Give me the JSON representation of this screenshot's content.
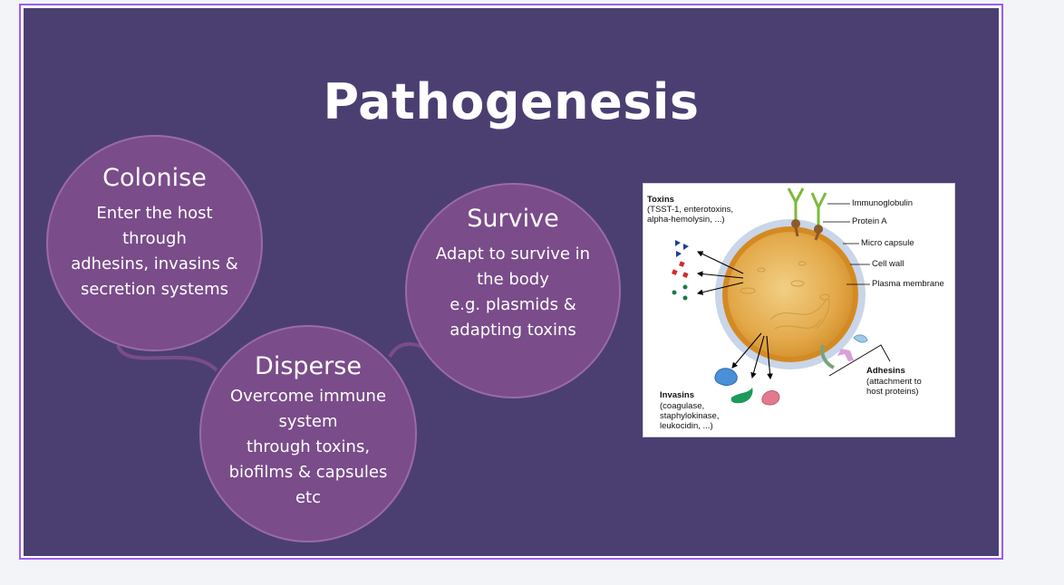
{
  "slide": {
    "title": "Pathogenesis"
  },
  "circles": {
    "colonise": {
      "heading": "Colonise",
      "body": "Enter the host\nthrough\nadhesins, invasins &\nsecretion systems"
    },
    "survive": {
      "heading": "Survive",
      "body": "Adapt to survive in\nthe body\ne.g. plasmids &\nadapting toxins"
    },
    "disperse": {
      "heading": "Disperse",
      "body": "Overcome immune\nsystem\nthrough toxins,\nbiofilms & capsules\netc"
    }
  },
  "figure": {
    "toxins_title": "Toxins",
    "toxins_line1": "(TSST-1, enterotoxins,",
    "toxins_line2": "alpha-hemolysin, ...)",
    "immunoglobulin": "Immunoglobulin",
    "protein_a": "Protein A",
    "micro_capsule": "Micro capsule",
    "cell_wall": "Cell wall",
    "plasma_membrane": "Plasma membrane",
    "adhesins_title": "Adhesins",
    "adhesins_line1": "(attachment to",
    "adhesins_line2": "host proteins)",
    "invasins_title": "Invasins",
    "invasins_line1": "(coagulase,",
    "invasins_line2": "staphylokinase,",
    "invasins_line3": "leukocidin, ...)"
  },
  "colors": {
    "slide_background": "#4b3f72",
    "circle_fill": "#7a4c8a",
    "frame_border": "#9b5cf0"
  }
}
